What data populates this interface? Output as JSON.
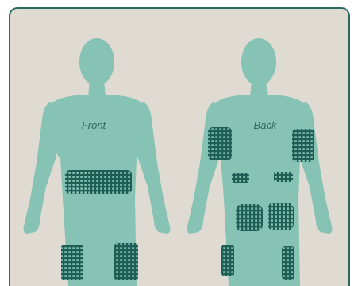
{
  "labels": {
    "front": "Front",
    "back": "Back"
  },
  "colors": {
    "page_background": "#ffffff",
    "panel_background": "#e0dbd2",
    "panel_border": "#2d6b62",
    "body_fill": "#86c3b4",
    "injection_zone_fill": "#1f5e55",
    "label_text": "#2b6a60"
  },
  "zones": {
    "front": [
      "abdomen",
      "left-thigh",
      "right-thigh"
    ],
    "back": [
      "left-upper-arm",
      "right-upper-arm",
      "left-lower-back",
      "right-lower-back",
      "left-buttock",
      "right-buttock",
      "left-back-thigh",
      "right-back-thigh"
    ]
  }
}
